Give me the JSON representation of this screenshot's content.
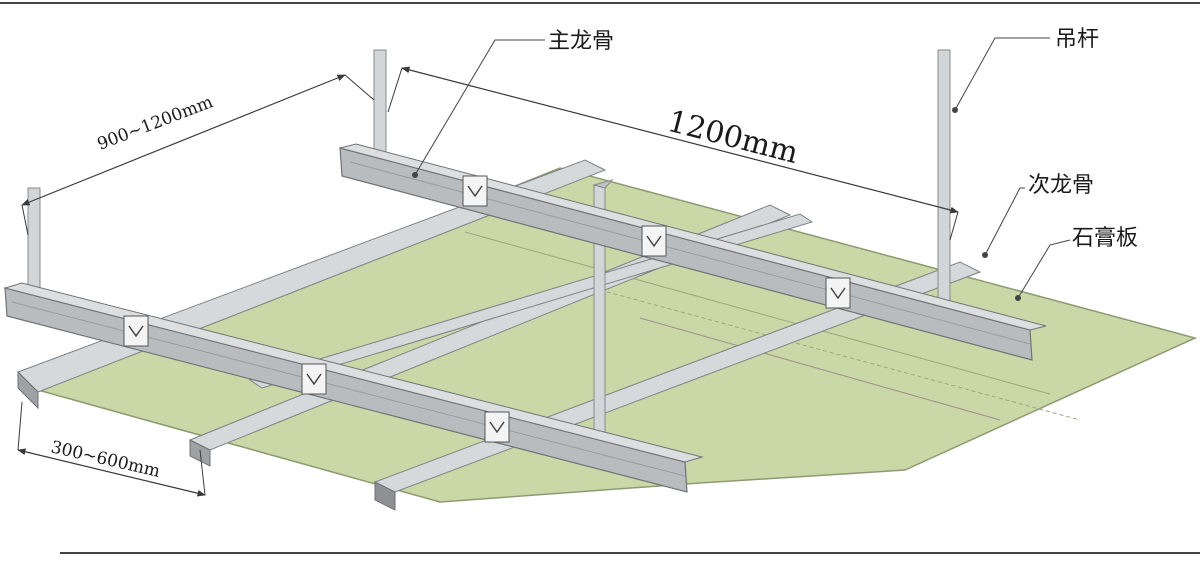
{
  "labels": {
    "main_keel": "主龙骨",
    "hanger_rod": "吊杆",
    "sub_keel": "次龙骨",
    "gypsum_board": "石膏板"
  },
  "dimensions": {
    "hanger_spacing": "900~1200mm",
    "main_keel_span": "1200mm",
    "sub_keel_spacing": "300~600mm"
  },
  "colors": {
    "board": "#c9d8a6",
    "board_edge": "#8e9a72",
    "steel": "#b9bcbe",
    "steel_dark": "#8b8f92",
    "steel_light": "#dcdedf",
    "line": "#2b2b2b"
  }
}
